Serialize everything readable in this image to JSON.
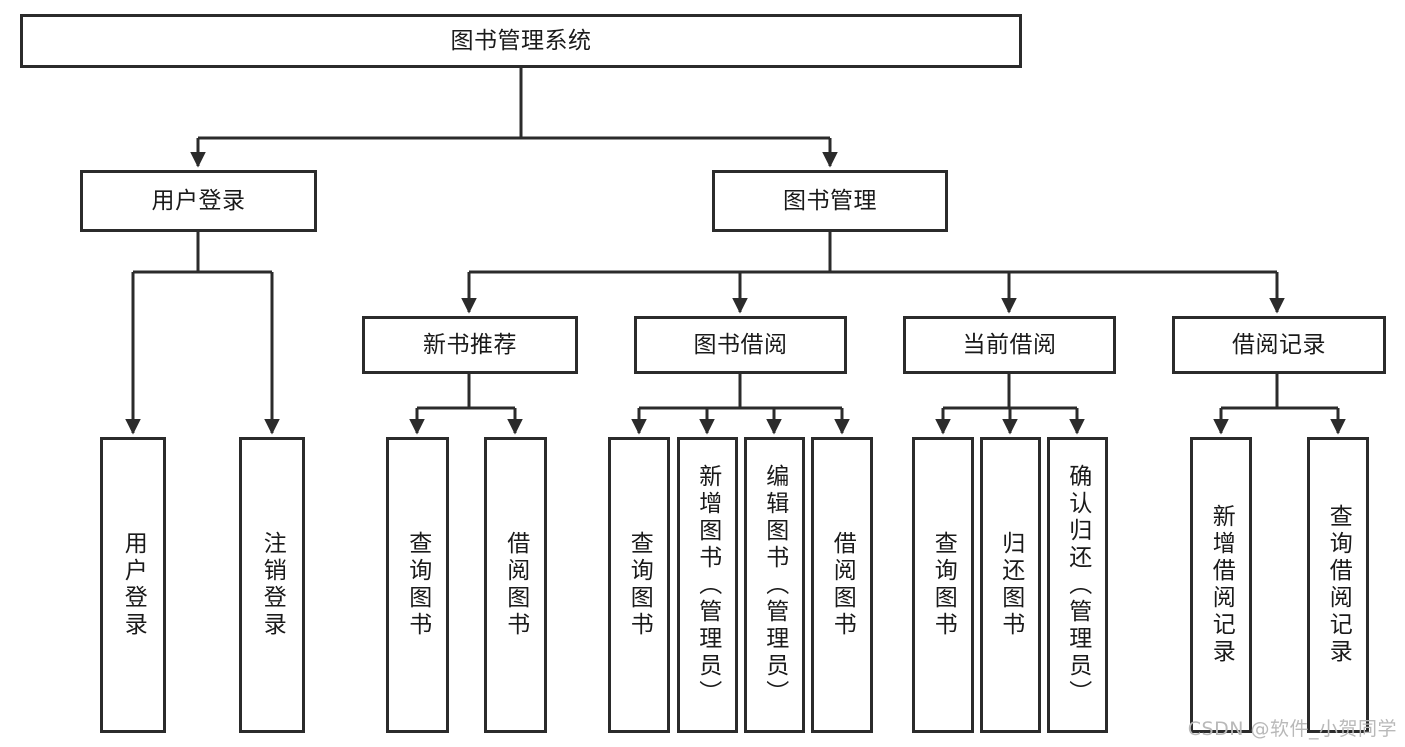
{
  "diagram": {
    "type": "tree-hierarchy-chart",
    "title": "图书管理系统",
    "root": {
      "id": "root",
      "label": "图书管理系统"
    },
    "level2": [
      {
        "id": "user-login",
        "label": "用户登录"
      },
      {
        "id": "book-manage",
        "label": "图书管理"
      }
    ],
    "level3": [
      {
        "id": "new-book-recommend",
        "label": "新书推荐"
      },
      {
        "id": "book-borrow",
        "label": "图书借阅"
      },
      {
        "id": "current-borrow",
        "label": "当前借阅"
      },
      {
        "id": "borrow-record",
        "label": "借阅记录"
      }
    ],
    "leaves": {
      "user_login": [
        {
          "id": "leaf-user-login",
          "label": "用户登录"
        },
        {
          "id": "leaf-logout",
          "label": "注销登录"
        }
      ],
      "new_book_recommend": [
        {
          "id": "leaf-query-book-1",
          "label": "查询图书"
        },
        {
          "id": "leaf-borrow-book-1",
          "label": "借阅图书"
        }
      ],
      "book_borrow": [
        {
          "id": "leaf-query-book-2",
          "label": "查询图书"
        },
        {
          "id": "leaf-add-book",
          "label": "新增图书（管理员）"
        },
        {
          "id": "leaf-edit-book",
          "label": "编辑图书（管理员）"
        },
        {
          "id": "leaf-borrow-book-2",
          "label": "借阅图书"
        }
      ],
      "current_borrow": [
        {
          "id": "leaf-query-book-3",
          "label": "查询图书"
        },
        {
          "id": "leaf-return-book",
          "label": "归还图书"
        },
        {
          "id": "leaf-confirm-return",
          "label": "确认归还（管理员）"
        }
      ],
      "borrow_record": [
        {
          "id": "leaf-add-record",
          "label": "新增借阅记录"
        },
        {
          "id": "leaf-query-record",
          "label": "查询借阅记录"
        }
      ]
    }
  },
  "watermark": {
    "text": "CSDN @软件_小贺同学"
  },
  "colors": {
    "border": "#2b2b2b",
    "text": "#1a1a1a",
    "background": "#ffffff",
    "watermark": "#b9b9b9"
  }
}
